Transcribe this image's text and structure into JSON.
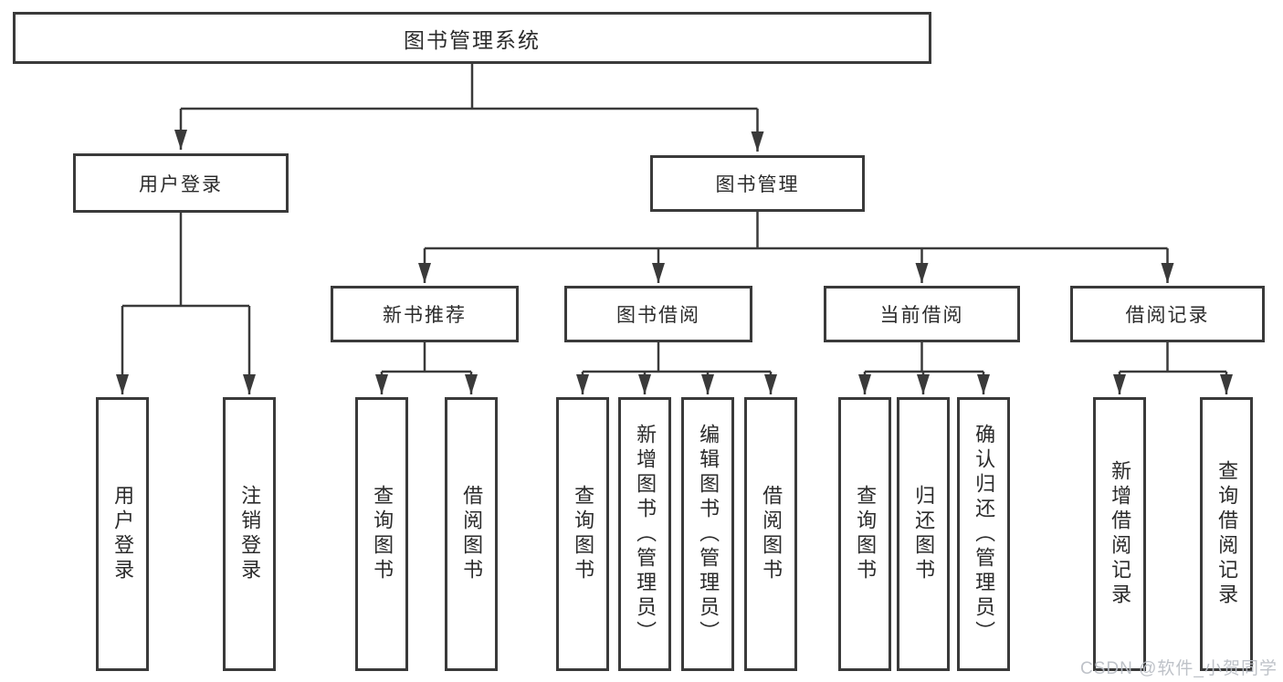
{
  "root": {
    "label": "图书管理系统"
  },
  "branches": [
    {
      "label": "用户登录",
      "leaves": [
        {
          "label": "用户登录"
        },
        {
          "label": "注销登录"
        }
      ]
    },
    {
      "label": "图书管理",
      "children": [
        {
          "label": "新书推荐",
          "leaves": [
            {
              "label": "查询图书"
            },
            {
              "label": "借阅图书"
            }
          ]
        },
        {
          "label": "图书借阅",
          "leaves": [
            {
              "label": "查询图书"
            },
            {
              "label": "新增图书（管理员）"
            },
            {
              "label": "编辑图书（管理员）"
            },
            {
              "label": "借阅图书"
            }
          ]
        },
        {
          "label": "当前借阅",
          "leaves": [
            {
              "label": "查询图书"
            },
            {
              "label": "归还图书"
            },
            {
              "label": "确认归还（管理员）"
            }
          ]
        },
        {
          "label": "借阅记录",
          "leaves": [
            {
              "label": "新增借阅记录"
            },
            {
              "label": "查询借阅记录"
            }
          ]
        }
      ]
    }
  ],
  "watermark": {
    "text": "CSDN @软件_小贺同学"
  },
  "colors": {
    "line": "#3a3a3a",
    "text": "#2b2b2b",
    "watermark": "#b9bdc4",
    "background": "#ffffff"
  }
}
